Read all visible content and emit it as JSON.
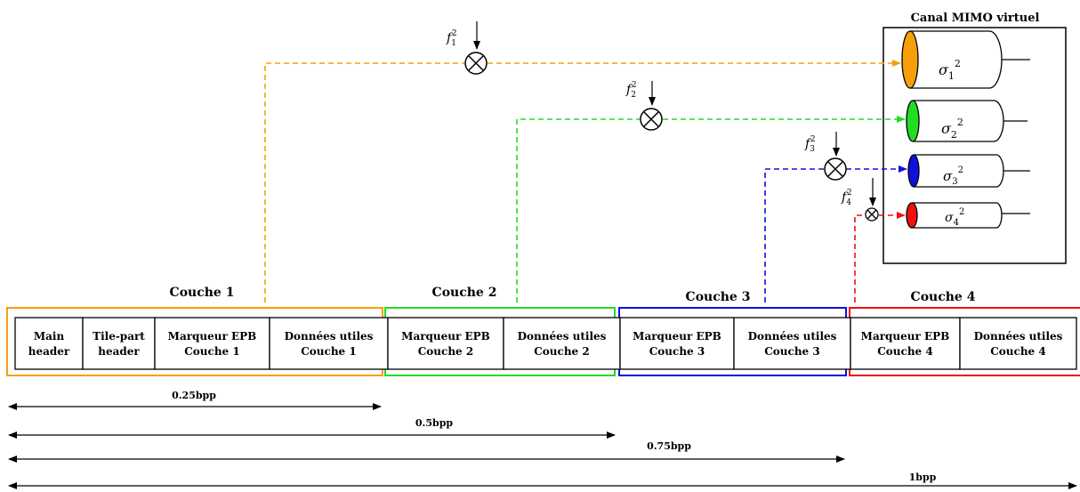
{
  "title": "Canal MIMO virtuel",
  "colors": {
    "layer1": "#f5a00b",
    "layer2": "#22dd22",
    "layer3": "#1010dd",
    "layer4": "#ee1111",
    "ink": "#000000"
  },
  "layers": [
    {
      "label": "Couche 1"
    },
    {
      "label": "Couche 2"
    },
    {
      "label": "Couche 3"
    },
    {
      "label": "Couche 4"
    }
  ],
  "cells": [
    {
      "line1": "Main",
      "line2": "header"
    },
    {
      "line1": "Tile-part",
      "line2": "header"
    },
    {
      "line1": "Marqueur EPB",
      "line2": "Couche 1"
    },
    {
      "line1": "Données utiles",
      "line2": "Couche 1"
    },
    {
      "line1": "Marqueur EPB",
      "line2": "Couche 2"
    },
    {
      "line1": "Données utiles",
      "line2": "Couche 2"
    },
    {
      "line1": "Marqueur EPB",
      "line2": "Couche 3"
    },
    {
      "line1": "Données utiles",
      "line2": "Couche 3"
    },
    {
      "line1": "Marqueur EPB",
      "line2": "Couche 4"
    },
    {
      "line1": "Données utiles",
      "line2": "Couche 4"
    }
  ],
  "rates": [
    {
      "label": "0.25bpp"
    },
    {
      "label": "0.5bpp"
    },
    {
      "label": "0.75bpp"
    },
    {
      "label": "1bpp"
    }
  ],
  "gains": [
    {
      "base": "f",
      "sub": "1",
      "sup": "2"
    },
    {
      "base": "f",
      "sub": "2",
      "sup": "2"
    },
    {
      "base": "f",
      "sub": "3",
      "sup": "2"
    },
    {
      "base": "f",
      "sub": "4",
      "sup": "2"
    }
  ],
  "channels": [
    {
      "base": "σ",
      "sub": "1",
      "sup": "2"
    },
    {
      "base": "σ",
      "sub": "2",
      "sup": "2"
    },
    {
      "base": "σ",
      "sub": "3",
      "sup": "2"
    },
    {
      "base": "σ",
      "sub": "4",
      "sup": "2"
    }
  ]
}
